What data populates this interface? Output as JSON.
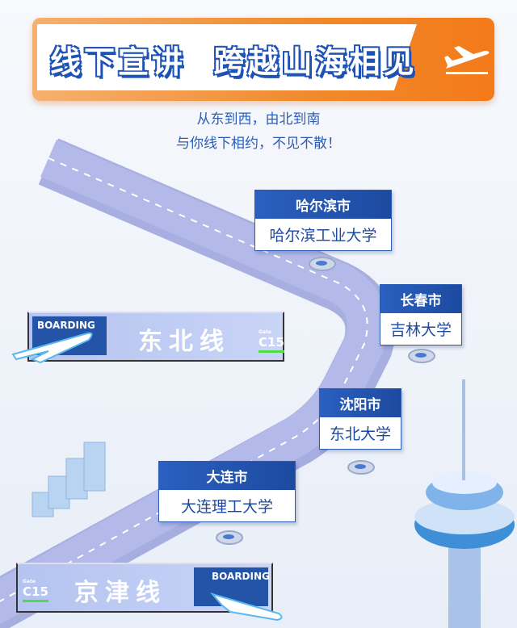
{
  "header": {
    "title": "线下宣讲  跨越山海相见",
    "icon": "plane-takeoff-icon"
  },
  "subtitle": {
    "line1": "从东到西，由北到南",
    "line2": "与你线下相约，不见不散！"
  },
  "stops": [
    {
      "city": "哈尔滨市",
      "university": "哈尔滨工业大学"
    },
    {
      "city": "长春市",
      "university": "吉林大学"
    },
    {
      "city": "沈阳市",
      "university": "东北大学"
    },
    {
      "city": "大连市",
      "university": "大连理工大学"
    }
  ],
  "signs": [
    {
      "name": "东北线",
      "boarding": "BOARDING",
      "gate_label": "Gate",
      "gate": "C15"
    },
    {
      "name": "京津线",
      "boarding": "BOARDING",
      "gate_label": "Gate",
      "gate": "C15"
    }
  ],
  "colors": {
    "orange": "#f08a2c",
    "blue": "#1d4aa0",
    "road": "#8f97d8"
  }
}
